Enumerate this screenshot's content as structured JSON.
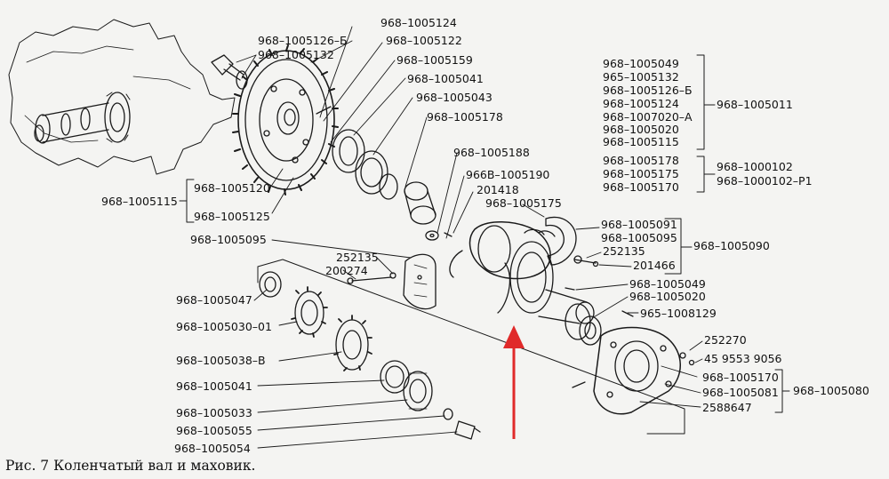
{
  "caption": "Рис. 7 Коленчатый вал и маховик.",
  "colors": {
    "ink": "#1a1a1a",
    "paper": "#f4f4f2",
    "arrow": "#e02a2a"
  },
  "labels": {
    "l1005124top": "968–1005124",
    "l1005126b": "968–1005126–Б",
    "l1005122": "968–1005122",
    "l1005132": "968–1005132",
    "l1005159": "968–1005159",
    "l1005041top": "968–1005041",
    "l1005043": "968–1005043",
    "l1005178": "968–1005178",
    "l1005188": "968–1005188",
    "l966b1005190": "966В–1005190",
    "l201418": "201418",
    "l1005175": "968–1005175",
    "l1005120": "968–1005120",
    "l1005115left": "968–1005115",
    "l1005125": "968–1005125",
    "l1005095left": "968–1005095",
    "l252135left": "252135",
    "l200274": "200274",
    "l1005047": "968–1005047",
    "l1005030": "968–1005030–01",
    "l1005038": "968–1005038–В",
    "l1005041bot": "968–1005041",
    "l1005033": "968–1005033",
    "l1005055": "968–1005055",
    "l1005054": "968–1005054",
    "l1005091": "968–1005091",
    "l1005095right": "968–1005095",
    "l252135right": "252135",
    "l201466": "201466",
    "l1005090": "968–1005090",
    "l1005049mid": "968–1005049",
    "l1005020mid": "968–1005020",
    "l965_1008129": "965–1008129",
    "l252270": "252270",
    "l4595539056": "45 9553 9056",
    "l1005170bot": "968–1005170",
    "l1005081": "968–1005081",
    "l2588647": "2588647",
    "l1005080": "968–1005080",
    "g1": {
      "items": [
        "968–1005049",
        "965–1005132",
        "968–1005126–Б",
        "968–1005124",
        "968–1007020–А",
        "968–1005020",
        "968–1005115"
      ],
      "target": "968–1005011"
    },
    "g2": {
      "items": [
        "968–1005178",
        "968–1005175",
        "968–1005170"
      ],
      "targets": [
        "968–1000102",
        "968–1000102–Р1"
      ]
    }
  }
}
